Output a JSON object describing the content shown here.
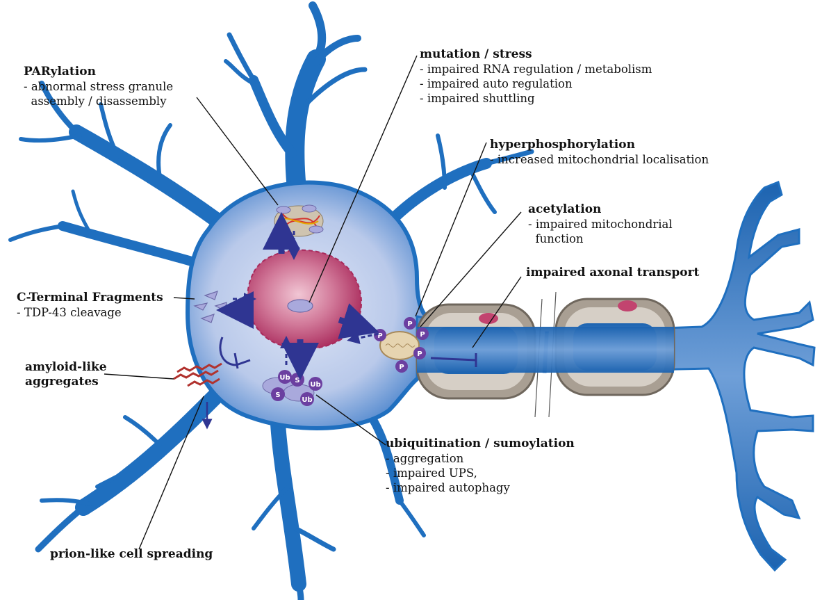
{
  "labels": {
    "parylation": {
      "title": "PARylation",
      "lines": [
        "- abnormal stress granule",
        "  assembly / disassembly"
      ]
    },
    "mutation": {
      "title": "mutation / stress",
      "lines": [
        "- impaired RNA regulation / metabolism",
        "- impaired auto regulation",
        "- impaired shuttling"
      ]
    },
    "hyperphosphorylation": {
      "title": "hyperphosphorylation",
      "lines": [
        "- increased mitochondrial localisation"
      ]
    },
    "acetylation": {
      "title": "acetylation",
      "lines": [
        "- impaired mitochondrial",
        "  function"
      ]
    },
    "axonal": {
      "title": "impaired axonal transport"
    },
    "ctf": {
      "title": "C-Terminal Fragments",
      "lines": [
        "- TDP-43 cleavage"
      ]
    },
    "amyloid": {
      "title": "amyloid-like",
      "title2": "aggregates"
    },
    "ubiquitination": {
      "title": "ubiquitination / sumoylation",
      "lines": [
        "- aggregation",
        "- impaired UPS,",
        "- impaired autophagy"
      ]
    },
    "prion": {
      "title": "prion-like cell spreading"
    }
  },
  "badges": {
    "p": "P",
    "ub": "Ub",
    "s": "S"
  },
  "colors": {
    "neuron": "#1f6fbf",
    "neuron_dark": "#14558f",
    "cytoplasm": "#c9d6ee",
    "nucleus": "#c2446f",
    "protein": "#a9a9dc",
    "arrow": "#2f3592",
    "myelin": "#a99f93",
    "badge": "#6b3fa0"
  },
  "icons": [
    "nucleus-icon",
    "stress-granule-icon",
    "mitochondrion-icon",
    "myelin-sheath-icon",
    "amyloid-fibril-icon"
  ]
}
